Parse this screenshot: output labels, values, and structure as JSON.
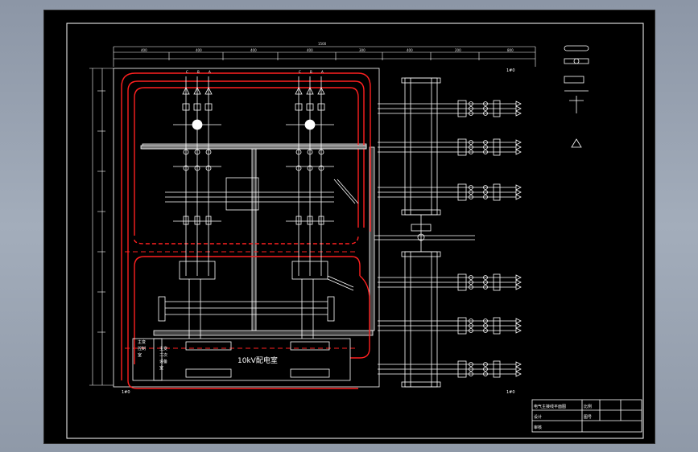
{
  "drawing": {
    "room_label": "10kV配电室",
    "left_box_labels": [
      "主变",
      "控制",
      "室"
    ],
    "left_box_labels2": [
      "主变",
      "二次",
      "设备",
      "室"
    ],
    "title_block": {
      "title": "电气主接线平面图",
      "row2": "",
      "cell_scale": "比例",
      "cell_sheet": "图号",
      "cell_drawn": "设计",
      "cell_checked": "审核"
    },
    "dimension_total": "1500",
    "dimension_segments": [
      "400",
      "400",
      "400",
      "400",
      "300",
      "400",
      "200",
      "800"
    ],
    "feeder_labels_a": [
      "C",
      "B",
      "A"
    ],
    "feeder_labels_b": [
      "C",
      "B",
      "A"
    ],
    "marker_top_right": "1#0",
    "marker_bottom_right": "1#0",
    "marker_bottom_left": "1#0"
  },
  "colors": {
    "line": "#ffffff",
    "cable_trench": "#ff2020",
    "hatch": "#bbbbbb",
    "background": "#000000"
  }
}
